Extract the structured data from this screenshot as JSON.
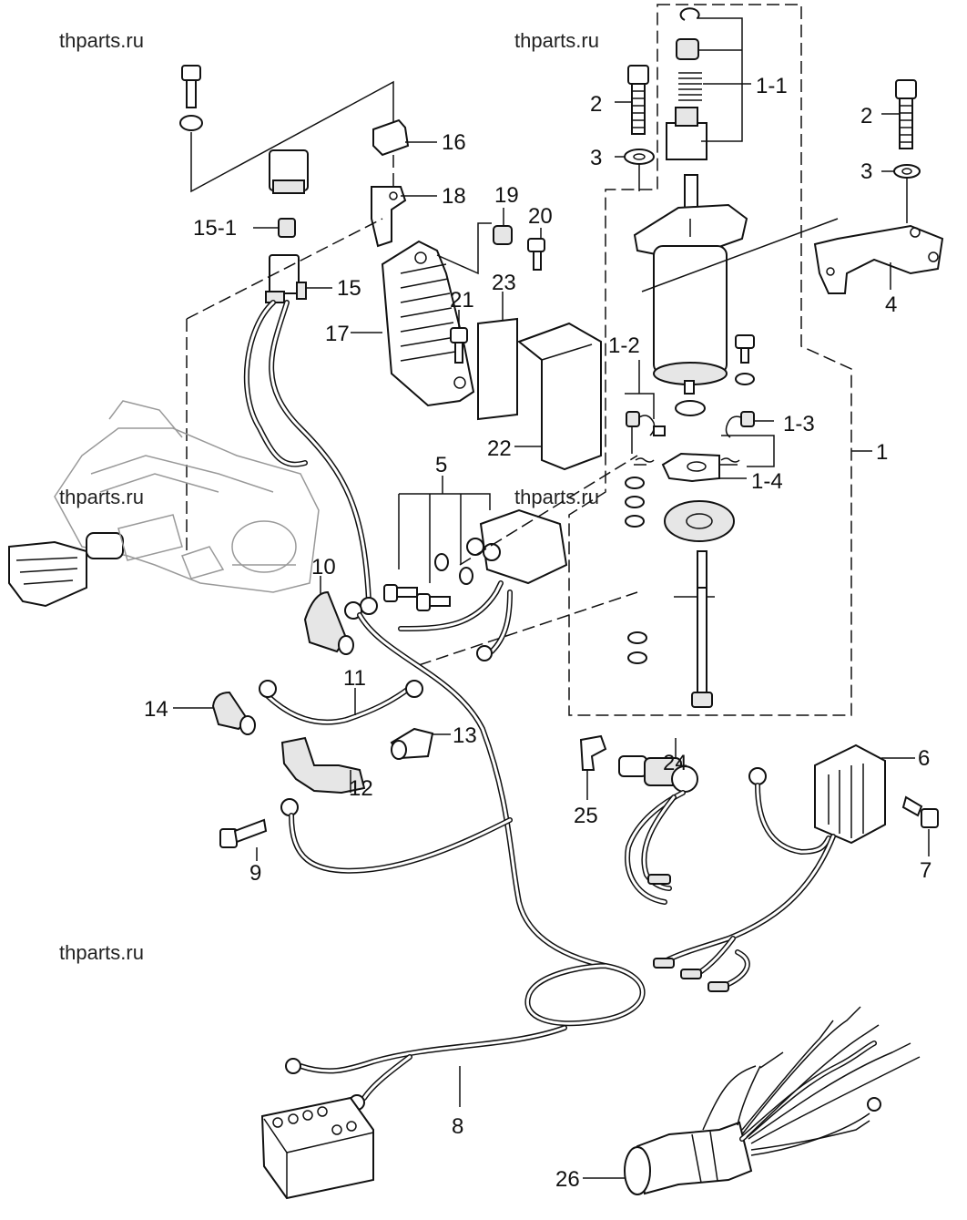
{
  "watermarks": [
    "thparts.ru",
    "thparts.ru",
    "thparts.ru",
    "thparts.ru",
    "thparts.ru"
  ],
  "callouts": {
    "l1_1": "1-1",
    "l2a": "2",
    "l2b": "2",
    "l3a": "3",
    "l3b": "3",
    "l4": "4",
    "l1_2": "1-2",
    "l1_3": "1-3",
    "l1": "1",
    "l1_4": "1-4",
    "l16": "16",
    "l18": "18",
    "l15_1": "15-1",
    "l15": "15",
    "l19": "19",
    "l20": "20",
    "l23": "23",
    "l21": "21",
    "l17": "17",
    "l22": "22",
    "l5": "5",
    "l10": "10",
    "l11": "11",
    "l14": "14",
    "l13": "13",
    "l12": "12",
    "l9": "9",
    "l24": "24",
    "l25": "25",
    "l6": "6",
    "l7": "7",
    "l8": "8",
    "l26": "26"
  }
}
